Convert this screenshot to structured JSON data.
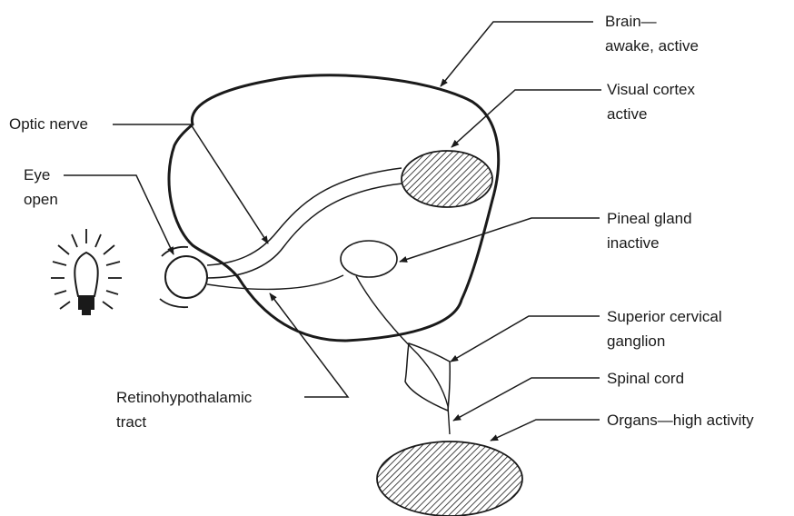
{
  "labels": {
    "brain": [
      "Brain—",
      "awake, active"
    ],
    "visual_cortex": [
      "Visual cortex",
      "active"
    ],
    "optic_nerve": [
      "Optic nerve"
    ],
    "eye": [
      "Eye",
      "open"
    ],
    "pineal_gland": [
      "Pineal gland",
      "inactive"
    ],
    "superior_cervical_ganglion": [
      "Superior cervical",
      "ganglion"
    ],
    "spinal_cord": [
      "Spinal cord"
    ],
    "retinohypothalamic_tract": [
      "Retinohypothalamic",
      "tract"
    ],
    "organs": [
      "Organs—high activity"
    ]
  },
  "colors": {
    "ink": "#1a1a1a",
    "background": "#ffffff"
  }
}
